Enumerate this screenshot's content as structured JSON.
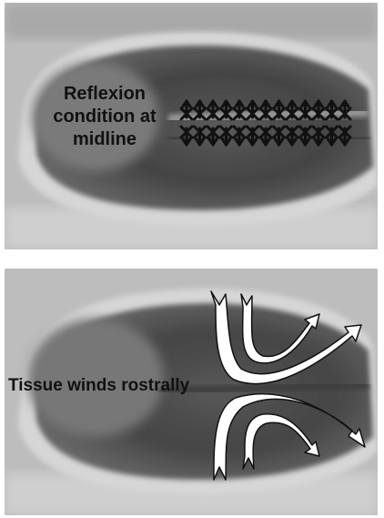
{
  "panels": {
    "top": {
      "label_line1": "Reflexion",
      "label_line2": "condition at",
      "label_line3": "midline"
    },
    "bottom": {
      "label": "Tissue winds rostrally"
    }
  },
  "colors": {
    "background": "#ffffff",
    "tissue_light": "#cfcfcf",
    "tissue_dark": "#4a4a4a",
    "marks": "#111111",
    "arrows_fill": "#ffffff",
    "arrows_stroke": "#111111"
  },
  "icons": {
    "midline_marks": "cross-stitch-arrows",
    "flow_arrows": "curved-arrows"
  }
}
